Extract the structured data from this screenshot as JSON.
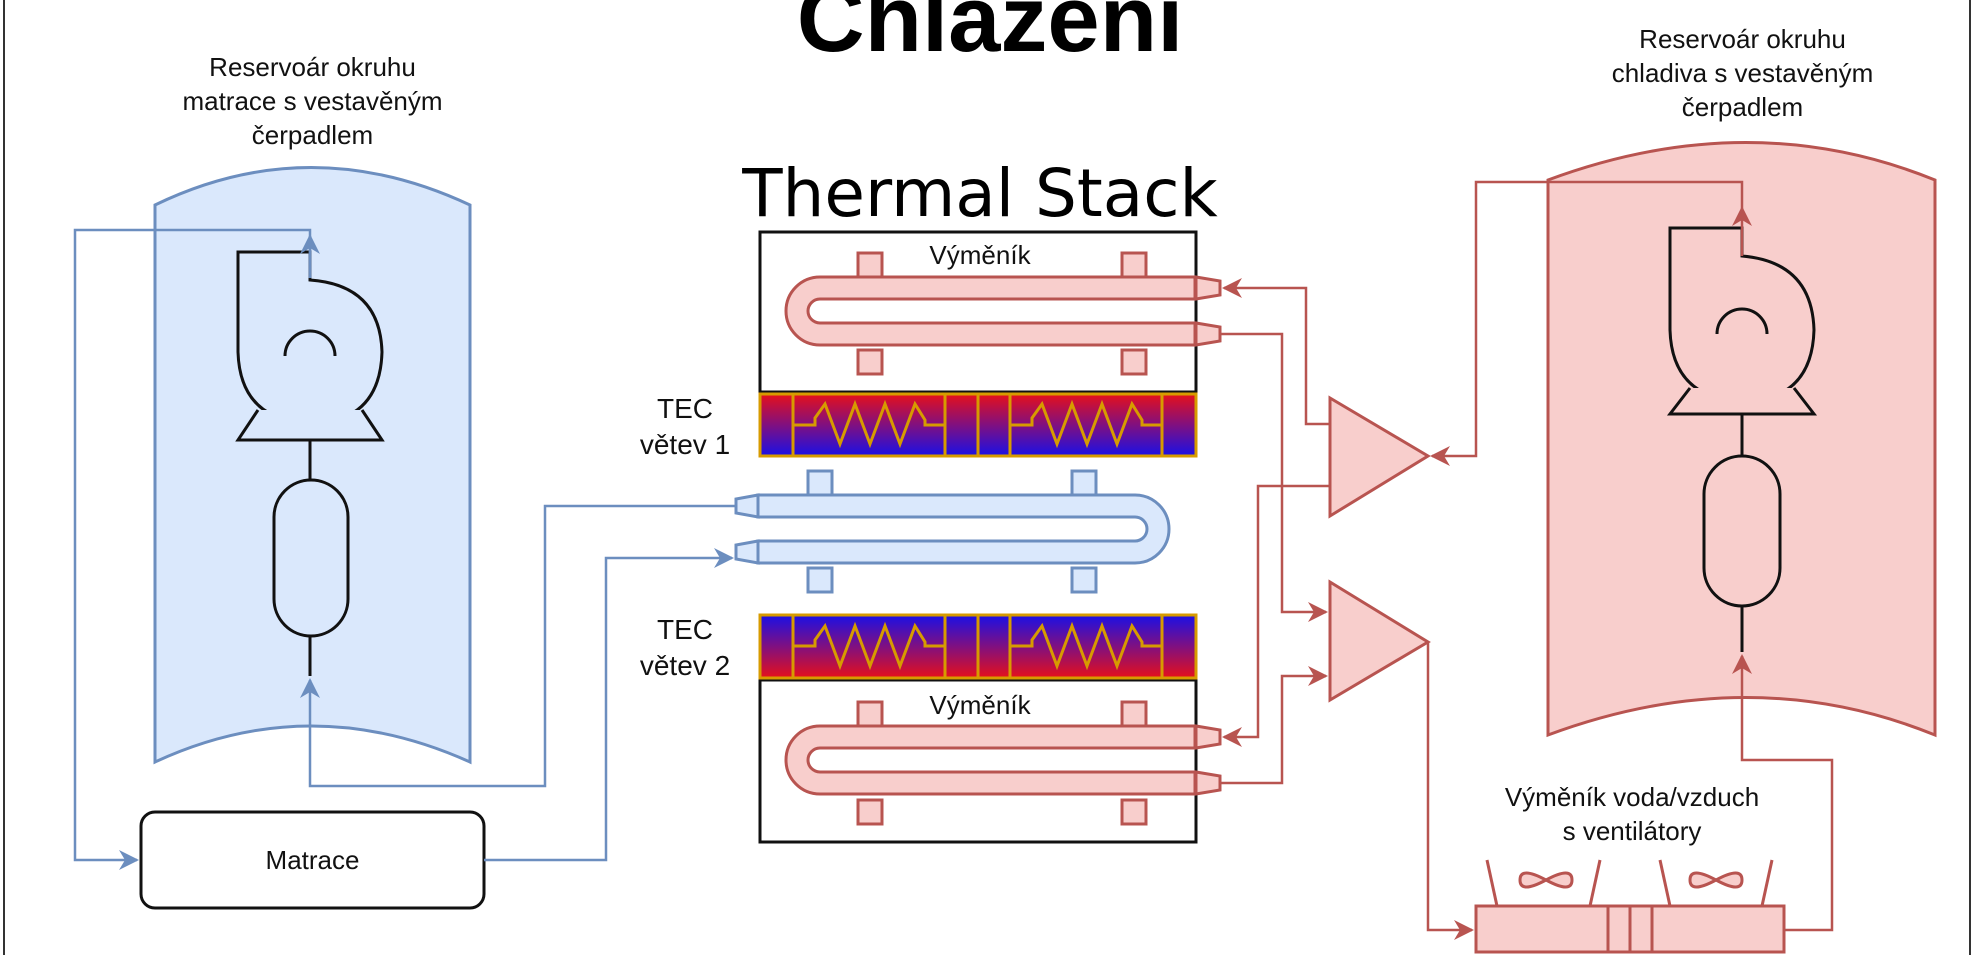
{
  "slide": {
    "title": "Chlazení",
    "subtitle": "Thermal Stack"
  },
  "labels": {
    "blue_reservoir": "Reservoár okruhu\nmatrace s vestavěným\nčerpadlem",
    "red_reservoir": "Reservoár okruhu\nchladiva s vestavěným\nčerpadlem",
    "exchanger_top": "Výměník",
    "exchanger_bottom": "Výměník",
    "tec_1": "TEC\nvětev 1",
    "tec_2": "TEC\nvětev 2",
    "mattress": "Matrace",
    "air_exchanger": "Výměník voda/vzduch\ns ventilátory"
  },
  "colors": {
    "blue_fill": "#dae8fc",
    "blue_stroke": "#6c8ebf",
    "red_fill": "#f8cecc",
    "red_stroke": "#b85450",
    "tec_orange": "#d79b00",
    "tec_blue": "#1a10e6",
    "tec_red": "#e6101a"
  }
}
